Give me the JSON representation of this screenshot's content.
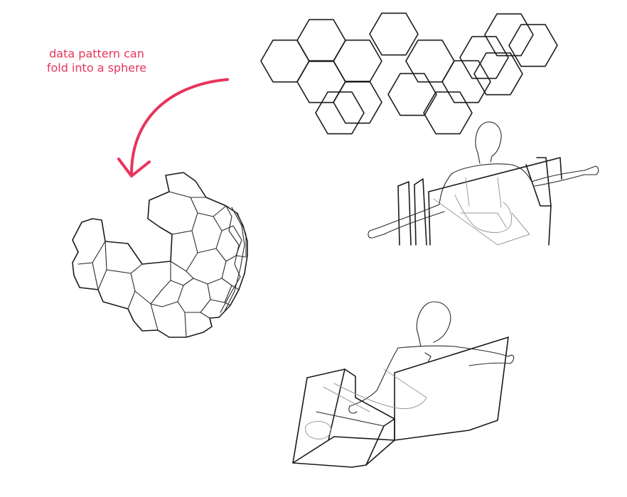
{
  "annotation": {
    "line1": "data pattern can",
    "line2": "fold into a sphere",
    "color": "#e8345a"
  },
  "figures": {
    "flat_pattern": "hexagon-net",
    "folded_pattern": "hexagon-sphere",
    "figure_upper": "person-seated-arms-outstretched",
    "figure_lower": "person-reclining-in-chair"
  }
}
